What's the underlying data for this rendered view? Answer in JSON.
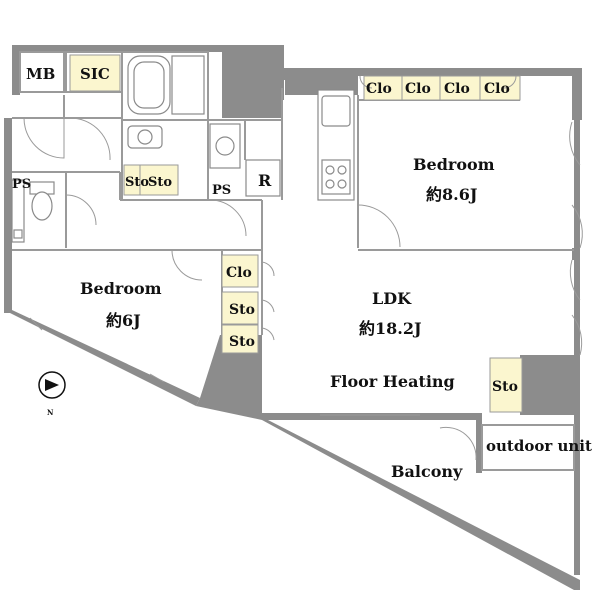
{
  "labels": {
    "mb": "MB",
    "sic": "SIC",
    "clo1": "Clo",
    "clo2": "Clo",
    "clo3": "Clo",
    "clo4": "Clo",
    "clo5": "Clo",
    "sto1": "Sto",
    "sto2": "Sto",
    "sto3": "Sto",
    "sto4": "Sto",
    "sto5": "Sto",
    "ps1": "PS",
    "ps2": "PS",
    "r": "R",
    "bedroom1": "Bedroom",
    "bedroom1_size": "約8.6J",
    "bedroom2": "Bedroom",
    "bedroom2_size": "約6J",
    "ldk": "LDK",
    "ldk_size": "約18.2J",
    "floor_heating": "Floor Heating",
    "outdoor_unit": "outdoor unit",
    "balcony": "Balcony",
    "north": "N"
  },
  "colors": {
    "wall": "#8c8c8c",
    "storage_fill": "#fbf6cf"
  }
}
